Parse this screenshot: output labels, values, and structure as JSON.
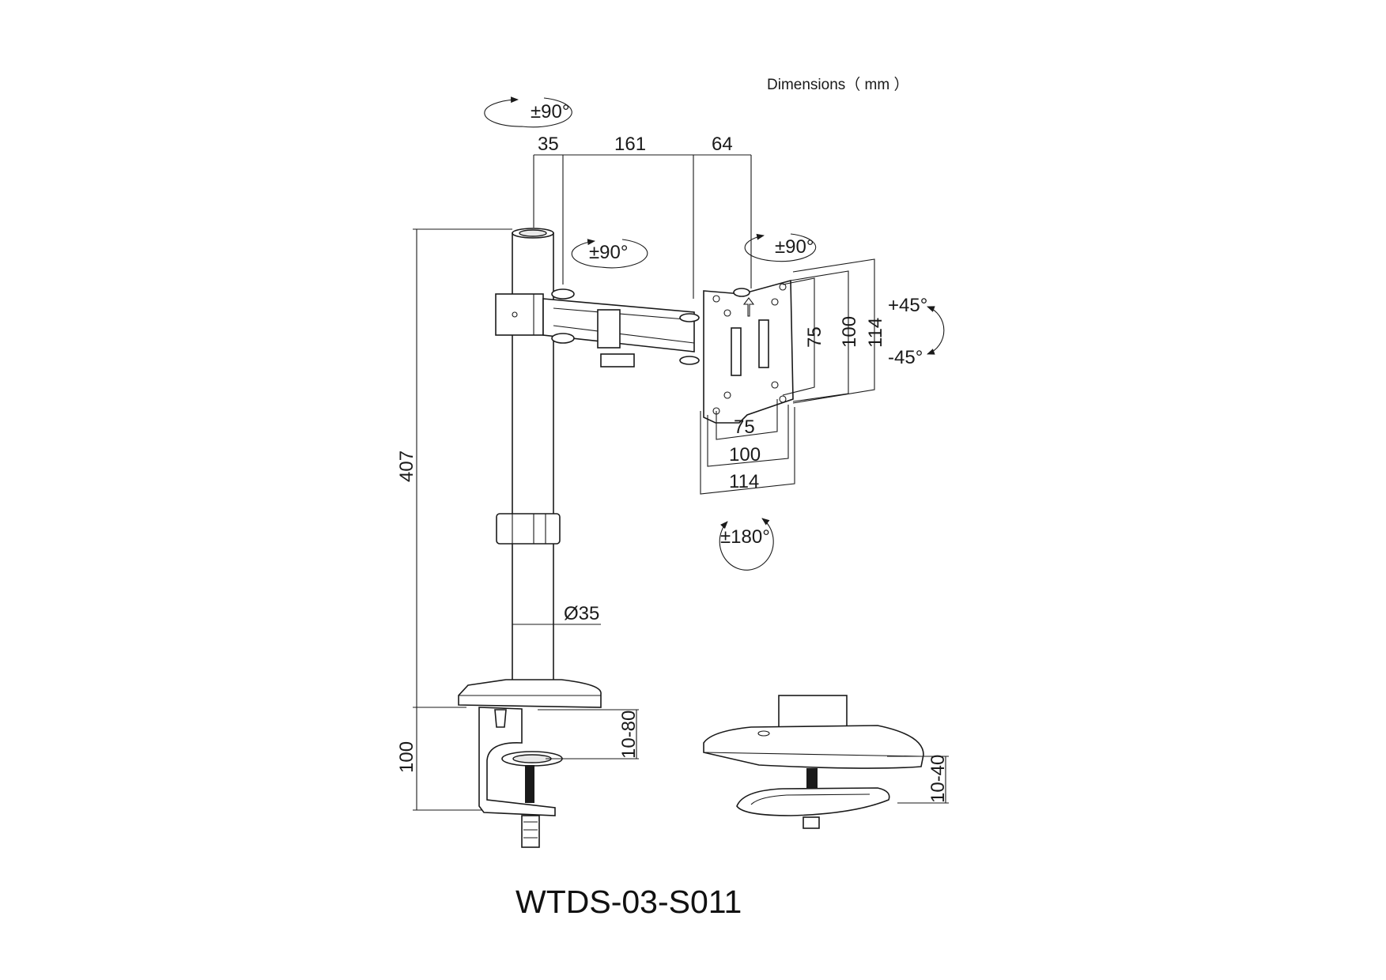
{
  "header": {
    "units_label": "Dimensions（ mm ）"
  },
  "model": {
    "code": "WTDS-03-S011"
  },
  "dimensions": {
    "arm_offset": "35",
    "arm_length": "161",
    "head_offset": "64",
    "pole_height": "407",
    "clamp_height": "100",
    "pole_diameter": "Ø35",
    "clamp_range_desk": "10-80",
    "grommet_range_desk": "10-40",
    "vesa_h_small": "75",
    "vesa_h_medium": "100",
    "vesa_h_large": "114",
    "vesa_v_small": "75",
    "vesa_v_medium": "100",
    "vesa_v_large": "114"
  },
  "rotations": {
    "pole_top": "±90°",
    "arm_joint": "±90°",
    "head_swivel": "±90°",
    "tilt_up": "+45°",
    "tilt_down": "-45°",
    "screen_rotate": "±180°"
  }
}
